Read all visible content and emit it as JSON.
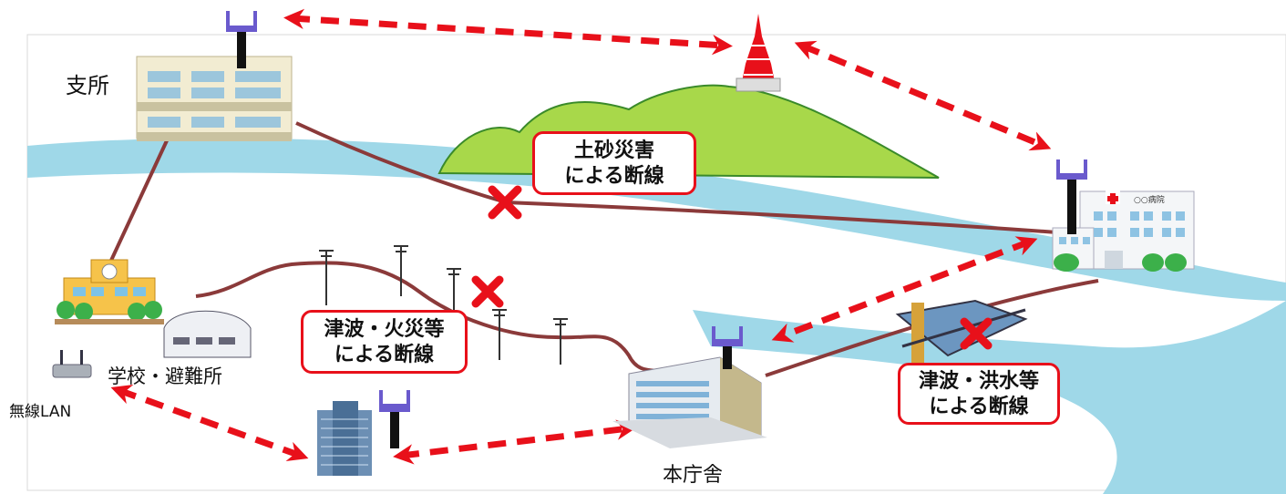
{
  "labels": {
    "branch": "支所",
    "school": "学校・避難所",
    "wlan": "無線LAN",
    "main_office": "本庁舎",
    "hospital_sign": "○○病院"
  },
  "callouts": {
    "landslide": [
      "土砂災害",
      "による断線"
    ],
    "tsunami_fire": [
      "津波・火災等",
      "による断線"
    ],
    "tsunami_flood": [
      "津波・洪水等",
      "による断線"
    ]
  },
  "colors": {
    "river": "#9fd8e8",
    "mountain": "#a8d84a",
    "cable": "#8b3a3a",
    "wireless_arrow": "#e8101a",
    "callout_border": "#e8101a",
    "break_mark": "#e8101a",
    "antenna": "#6a5acd"
  },
  "icons": [
    "antenna-icon",
    "tower-icon",
    "building-icon",
    "school-icon",
    "hospital-icon",
    "router-icon",
    "utility-pole-icon",
    "bridge-icon",
    "break-x-icon"
  ]
}
